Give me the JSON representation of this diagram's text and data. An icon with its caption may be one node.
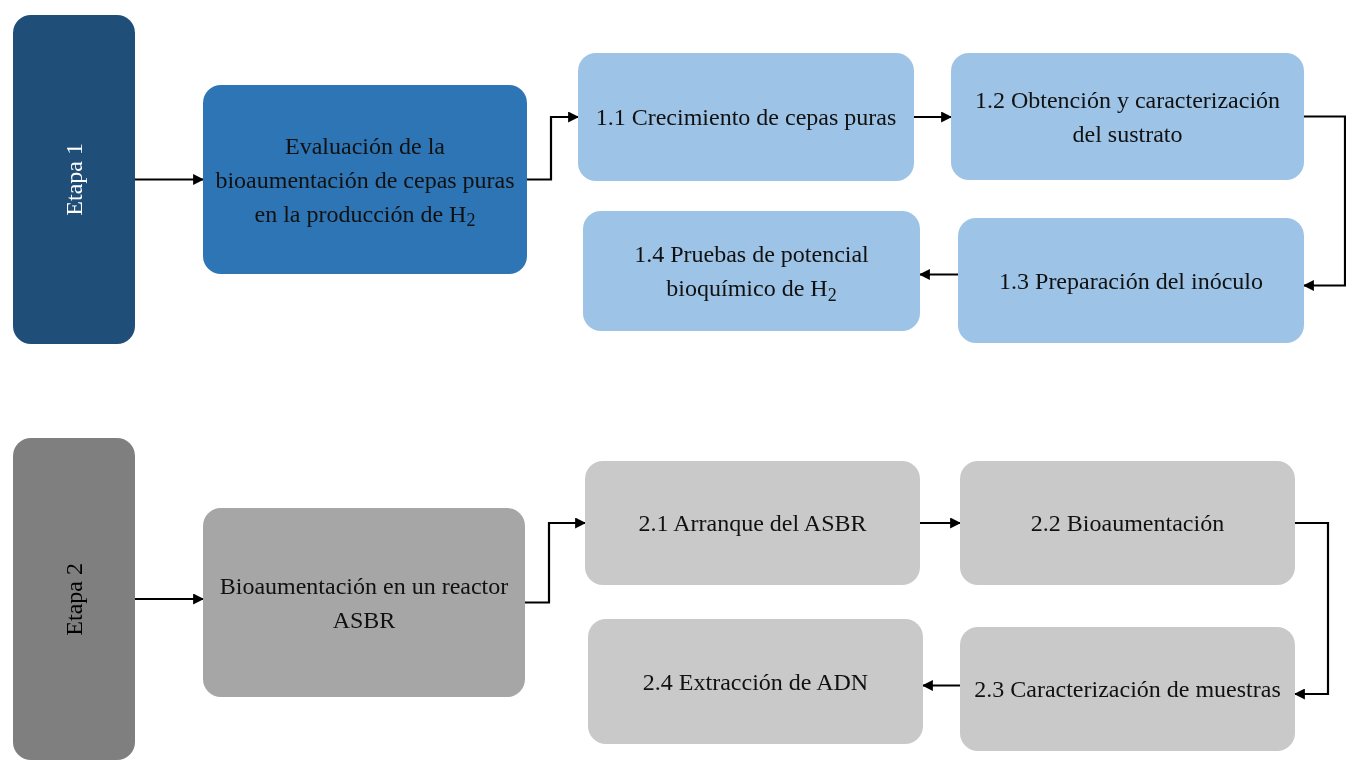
{
  "diagram": {
    "nodes": [
      {
        "text": [
          "Etapa 1"
        ]
      },
      {
        "text": [
          "Evaluación de la bioaumentación de cepas puras en la producción de H$_{2}$"
        ]
      },
      {
        "text": [
          "1.1 Crecimiento de cepas puras"
        ]
      },
      {
        "text": [
          "1.2 Obtención y caracterización del sustrato"
        ]
      },
      {
        "text": [
          "1.3 Preparación del inóculo"
        ]
      },
      {
        "text": [
          "1.4 Pruebas de potencial bioquímico de H$_{2}$"
        ]
      },
      {
        "text": [
          "Etapa 2"
        ]
      },
      {
        "text": [
          "Bioaumentación en un reactor ASBR"
        ]
      },
      {
        "text": [
          "2.1 Arranque del ASBR"
        ]
      },
      {
        "text": [
          "2.2 Bioaumentación"
        ]
      },
      {
        "text": [
          "2.3 Caracterización de muestras"
        ]
      },
      {
        "text": [
          "2.4 Extracción de ADN"
        ]
      }
    ],
    "edges": [
      {
        "from": 0,
        "to": 1,
        "arrow": "to"
      },
      {
        "from": 1,
        "to": 2,
        "arrow": "to"
      },
      {
        "from": 2,
        "to": 3,
        "arrow": "to"
      },
      {
        "from": 3,
        "to": 4,
        "arrow": "to"
      },
      {
        "from": 4,
        "to": 5,
        "arrow": "to"
      },
      {
        "from": 6,
        "to": 7,
        "arrow": "to"
      },
      {
        "from": 7,
        "to": 8,
        "arrow": "to"
      },
      {
        "from": 8,
        "to": 9,
        "arrow": "to"
      },
      {
        "from": 9,
        "to": 10,
        "arrow": "to"
      },
      {
        "from": 10,
        "to": 11,
        "arrow": "to"
      }
    ]
  }
}
